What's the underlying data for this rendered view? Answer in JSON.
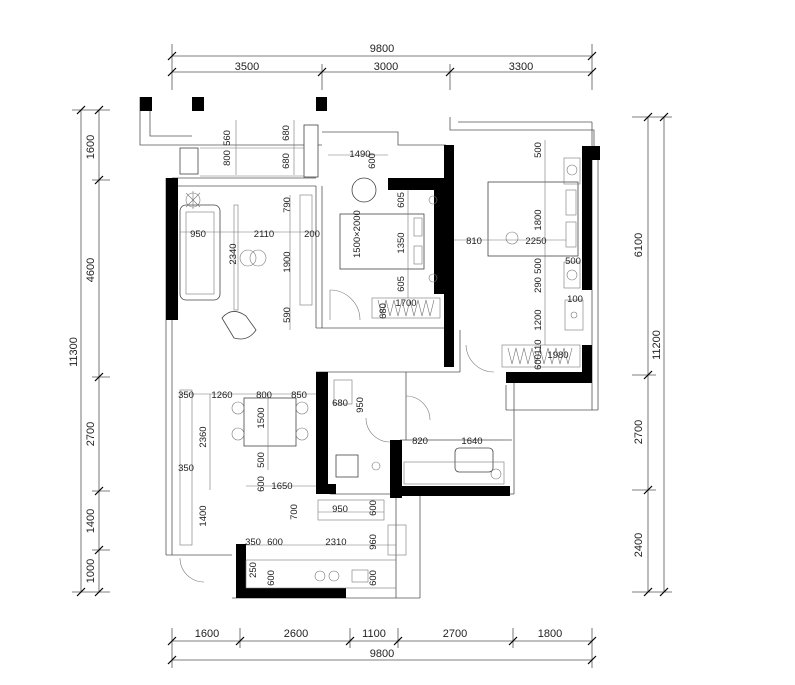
{
  "top_dims": {
    "overall": "9800",
    "segments": [
      "3500",
      "3000",
      "3300"
    ]
  },
  "bottom_dims": {
    "overall": "9800",
    "segments": [
      "1600",
      "2600",
      "1100",
      "2700",
      "1800"
    ]
  },
  "left_dims": {
    "overall": "11300",
    "segments": [
      "1600",
      "4600",
      "2700",
      "1400",
      "1000"
    ]
  },
  "right_dims": {
    "overall": "11200",
    "segments": [
      "6100",
      "2700",
      "2400"
    ]
  },
  "interior_labels": [
    "560",
    "800",
    "680",
    "680",
    "1490",
    "600",
    "790",
    "605",
    "2110",
    "950",
    "200",
    "1350",
    "2340",
    "1900",
    "605",
    "590",
    "1700",
    "680",
    "810",
    "2250",
    "500",
    "1800",
    "290",
    "500",
    "500",
    "100",
    "1200",
    "110",
    "1980",
    "600",
    "350",
    "1260",
    "800",
    "850",
    "680",
    "950",
    "2360",
    "1500",
    "820",
    "1640",
    "350",
    "500",
    "600",
    "1650",
    "700",
    "950",
    "600",
    "1400",
    "350",
    "600",
    "2310",
    "960",
    "250",
    "600",
    "600"
  ],
  "bed_text": "1500×2000"
}
